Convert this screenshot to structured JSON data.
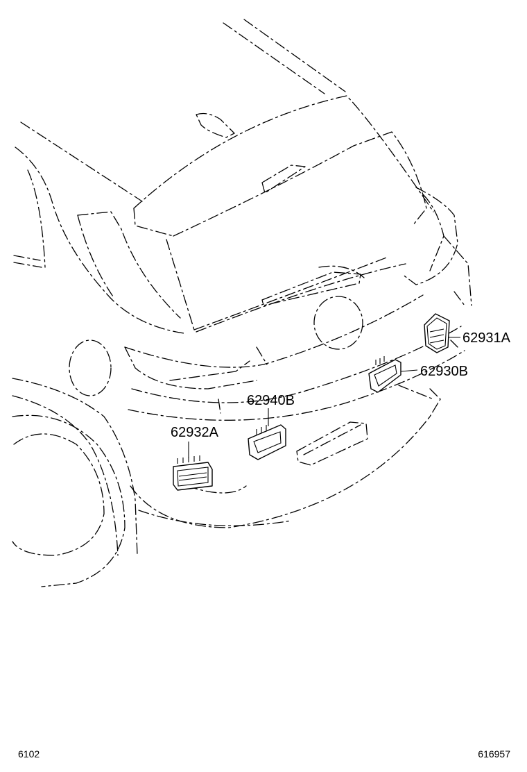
{
  "callouts": {
    "c1": "62931A",
    "c2": "62930B",
    "c3": "62940B",
    "c4": "62932A"
  },
  "footer": {
    "left_code": "6102",
    "right_code": "616957"
  },
  "icons": {
    "car_body": "car-rear-outline-icon",
    "wheel": "rear-wheel-icon",
    "clip": "clip-bracket-icon"
  }
}
